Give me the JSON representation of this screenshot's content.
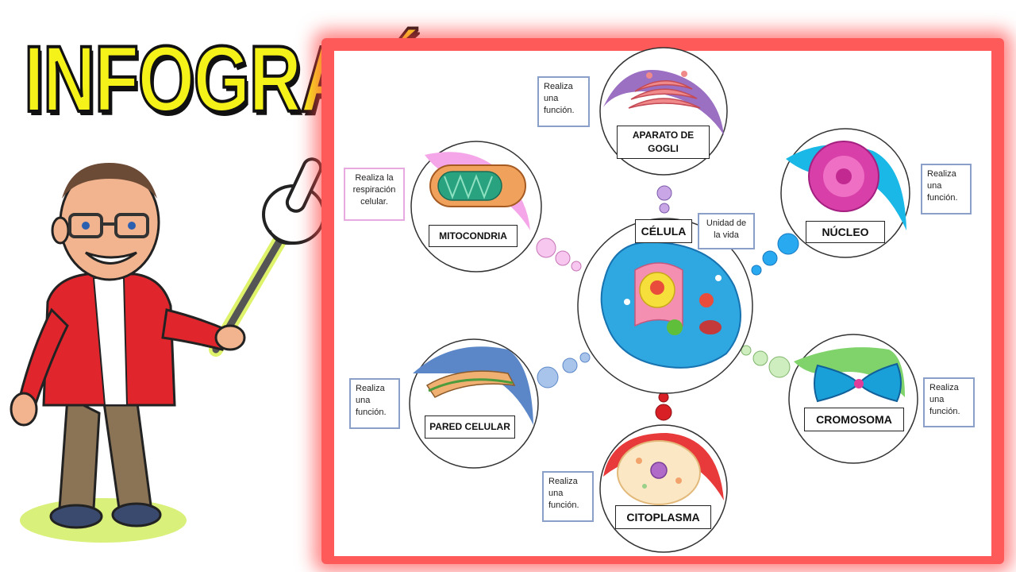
{
  "title": "INFOGRAFÍA",
  "center": {
    "label": "CÉLULA",
    "note": "Unidad de la vida"
  },
  "nodes": [
    {
      "id": "golgi",
      "label": "APARATO DE GOGLI",
      "note": "Realiza una función."
    },
    {
      "id": "mito",
      "label": "MITOCONDRIA",
      "note": "Realiza la respiración celular."
    },
    {
      "id": "nucleo",
      "label": "NÚCLEO",
      "note": "Realiza una función."
    },
    {
      "id": "pared",
      "label": "PARED CELULAR",
      "note": "Realiza una función."
    },
    {
      "id": "cromo",
      "label": "CROMOSOMA",
      "note": "Realiza una función."
    },
    {
      "id": "cito",
      "label": "CITOPLASMA",
      "note": "Realiza una función."
    }
  ],
  "colors": {
    "title_fill": "#f5f21a",
    "frame": "#ff5a5a",
    "note_border": "#8aa0c8",
    "mito_note_border": "#e8a8e0",
    "golgi_accent": "#9b6fc2",
    "mito_accent": "#f5a6e8",
    "nucleo_accent": "#19b8e6",
    "pared_accent": "#5b87c8",
    "cromo_accent": "#7fd36a",
    "cito_accent": "#e83a3a"
  }
}
